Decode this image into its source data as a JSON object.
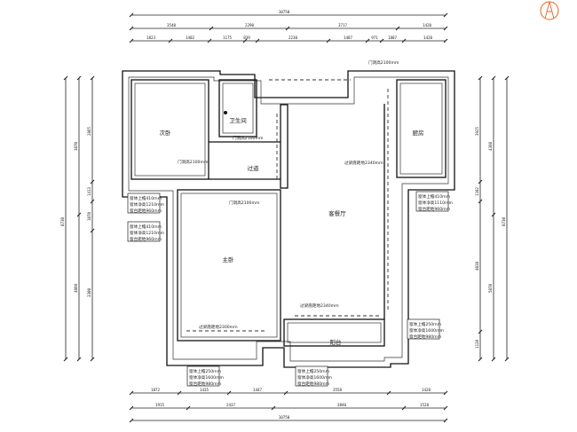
{
  "dims": {
    "top_total": "10750",
    "top_row": [
      "3540",
      "2290",
      "3717",
      "1420"
    ],
    "top_detail": [
      "1823",
      "1402",
      "1175",
      "839",
      "2230",
      "1487",
      "971",
      "1807",
      "1420"
    ],
    "bottom_detail": [
      "1872",
      "1435",
      "1447",
      "3558",
      "1420"
    ],
    "bottom_row": [
      "1915",
      "2437",
      "3840",
      "1528"
    ],
    "bottom_total": "10750",
    "left_inner": [
      "2865",
      "1413",
      "1070",
      "3300"
    ],
    "left_outer": [
      "3870",
      "4860"
    ],
    "right_inner": [
      "3925",
      "1102",
      "4020",
      "1120"
    ],
    "right_outer": [
      "4360",
      "5070"
    ]
  },
  "rooms": {
    "bedroom2": "次卧",
    "bathroom": "卫生间",
    "hallway": "过道",
    "master": "主卧",
    "living": "客餐厅",
    "kitchen": "厨房",
    "balcony": "阳台"
  },
  "labels": {
    "door_entry": "门洞高2100mm",
    "door_bath": "门洞高2100mm",
    "door_b2": "门洞高2100mm",
    "door_master": "门洞高2100mm",
    "hall_beam": "过梁底距地2340mm",
    "bal_beam": "过梁底距地2340mm",
    "master_beam": "过梁底距地2300mm"
  },
  "windows": {
    "b2_left": [
      "窗体上檐410mm",
      "窗体净高1210mm",
      "窗台距地960mm"
    ],
    "master_left": [
      "窗体上檐410mm",
      "窗体净高1210mm",
      "窗台距地960mm"
    ],
    "kitchen": [
      "窗体上檐410mm",
      "窗体净高1110mm",
      "窗台距地960mm"
    ],
    "bal_right": [
      "窗体上檐250mm",
      "窗体净高1600mm",
      "窗台距地980mm"
    ],
    "master_bottom": [
      "窗体上檐250mm",
      "窗体净高1600mm",
      "窗台距地980mm"
    ],
    "bal_bottom": [
      "窗体上檐250mm",
      "窗体净高1600mm",
      "窗台距地980mm"
    ]
  },
  "colors": {
    "compass": "#e8641e",
    "ink": "#111111"
  }
}
